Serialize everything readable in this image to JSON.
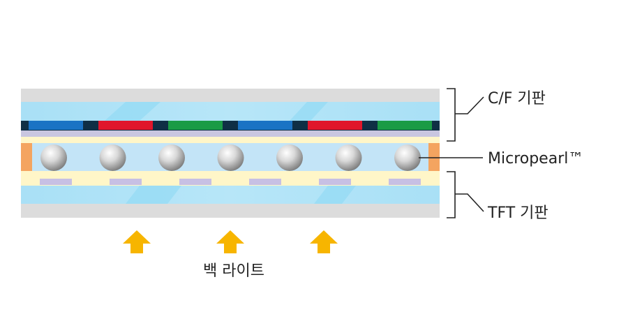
{
  "labels": {
    "cf_substrate": "C/F 기판",
    "micropearl": "Micropearl™",
    "tft_substrate": "TFT 기판",
    "backlight": "백 라이트"
  },
  "color_filter": [
    "blue",
    "red",
    "green",
    "blue",
    "red",
    "green"
  ],
  "micropearl_count": 7,
  "tft_pad_count": 6,
  "arrow_count": 3,
  "colors": {
    "substrate_gray": "#dcdcdc",
    "glass_blue": "#a9e0f6",
    "glass_highlight": "#7fd3f2",
    "black_matrix": "#0f2f45",
    "filter_blue": "#1a73c4",
    "filter_red": "#e0162b",
    "filter_green": "#1a9b45",
    "overcoat": "#c9c6e0",
    "alignment_cream": "#fff6c8",
    "lc_layer": "#c3e4f7",
    "sealant_orange": "#f4a460",
    "tft_pad": "#c7c0e4",
    "arrow_yellow": "#f7b500",
    "bracket_line": "#222222"
  }
}
